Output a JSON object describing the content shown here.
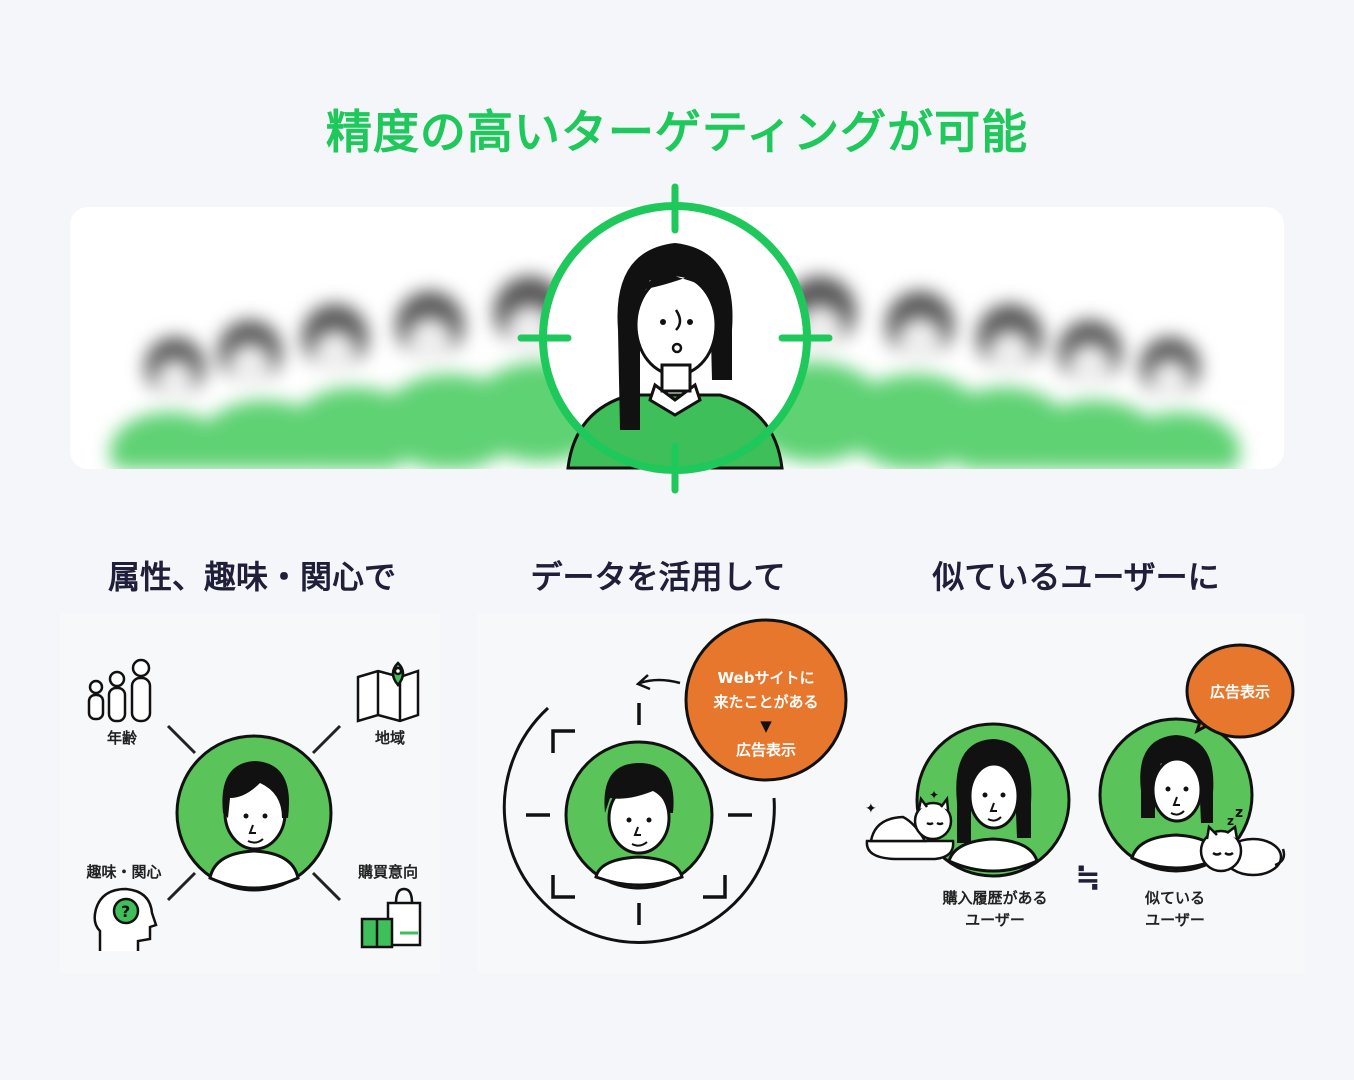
{
  "title": "精度の高いターゲティングが可能",
  "columns": [
    {
      "heading": "属性、趣味・関心で",
      "labels": {
        "age": "年齢",
        "region": "地域",
        "interest": "趣味・関心",
        "purchase": "購買意向"
      }
    },
    {
      "heading": "データを活用して",
      "bubble": {
        "line1": "Webサイトに",
        "line2": "来たことがある",
        "arrow": "▼",
        "line3": "広告表示"
      }
    },
    {
      "heading": "似ているユーザーに",
      "bubble": "広告表示",
      "left_label": [
        "購入履歴がある",
        "ユーザー"
      ],
      "approx": "≒",
      "right_label": [
        "似ている",
        "ユーザー"
      ]
    }
  ],
  "colors": {
    "brand_green": "#1ec85a",
    "avatar_green": "#5ac35a",
    "orange": "#e8772e",
    "navy": "#1f1f3a"
  }
}
